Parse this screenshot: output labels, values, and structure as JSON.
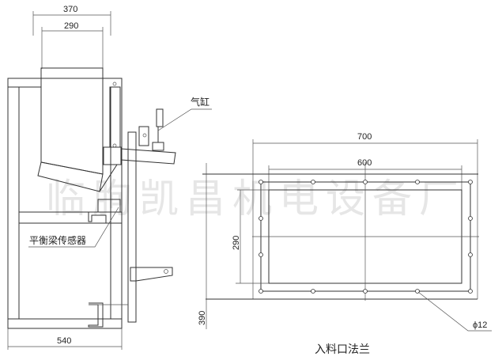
{
  "watermark": "临朐凯昌机电设备厂",
  "side_view": {
    "dims": {
      "top_outer": "370",
      "top_inner": "290",
      "base_width": "540"
    },
    "labels": {
      "cylinder": "气缸",
      "load_cell": "平衡梁传感器"
    }
  },
  "flange_view": {
    "title": "入料口法兰",
    "dims": {
      "outer_width": "700",
      "inner_width": "600",
      "inner_height": "290",
      "outer_height": "390",
      "hole_diameter": "ϕ12"
    }
  }
}
